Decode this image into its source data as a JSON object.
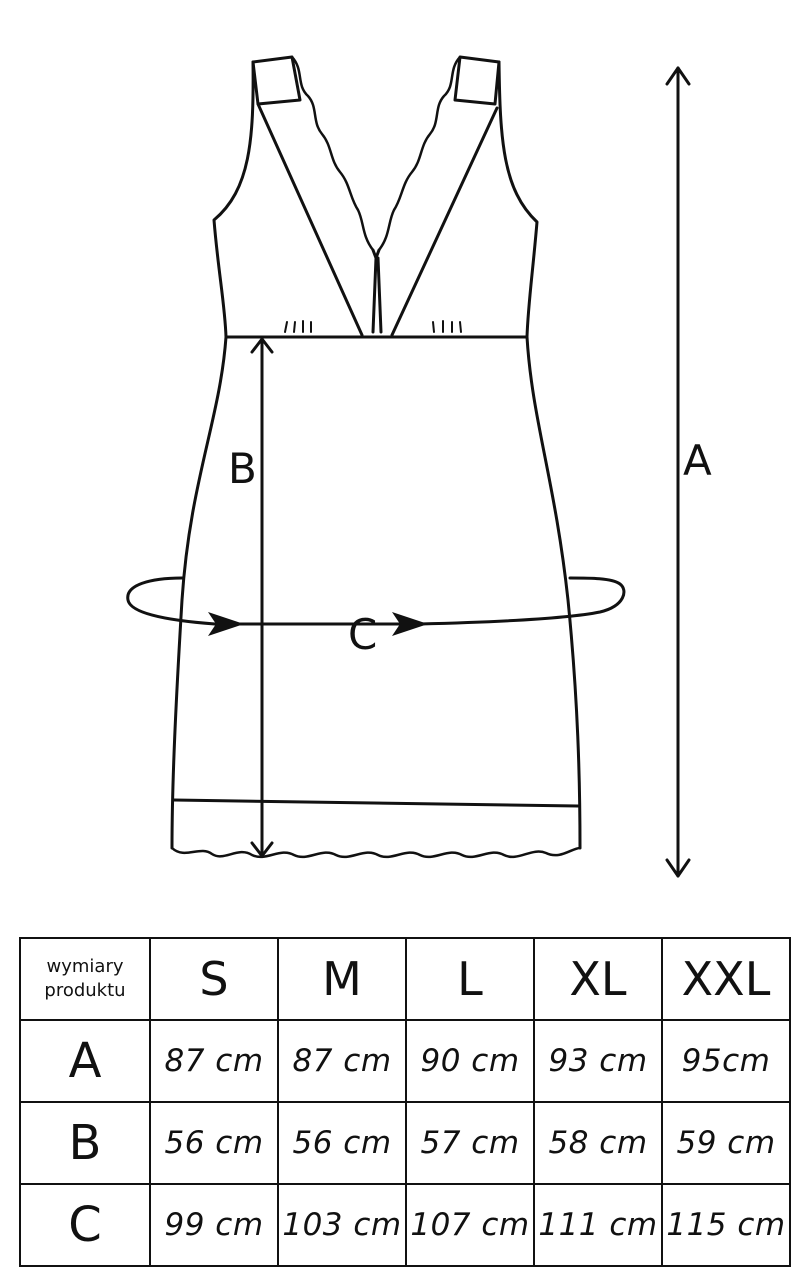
{
  "diagram": {
    "label_a": "A",
    "label_b": "B",
    "label_c": "C"
  },
  "table": {
    "corner_label": "wymiary\nproduktu",
    "sizes": [
      "S",
      "M",
      "L",
      "XL",
      "XXL"
    ],
    "rows": [
      {
        "label": "A",
        "values": [
          "87 cm",
          "87 cm",
          "90 cm",
          "93 cm",
          "95cm"
        ]
      },
      {
        "label": "B",
        "values": [
          "56 cm",
          "56 cm",
          "57 cm",
          "58 cm",
          "59 cm"
        ]
      },
      {
        "label": "C",
        "values": [
          "99 cm",
          "103 cm",
          "107 cm",
          "111 cm",
          "115 cm"
        ]
      }
    ]
  }
}
